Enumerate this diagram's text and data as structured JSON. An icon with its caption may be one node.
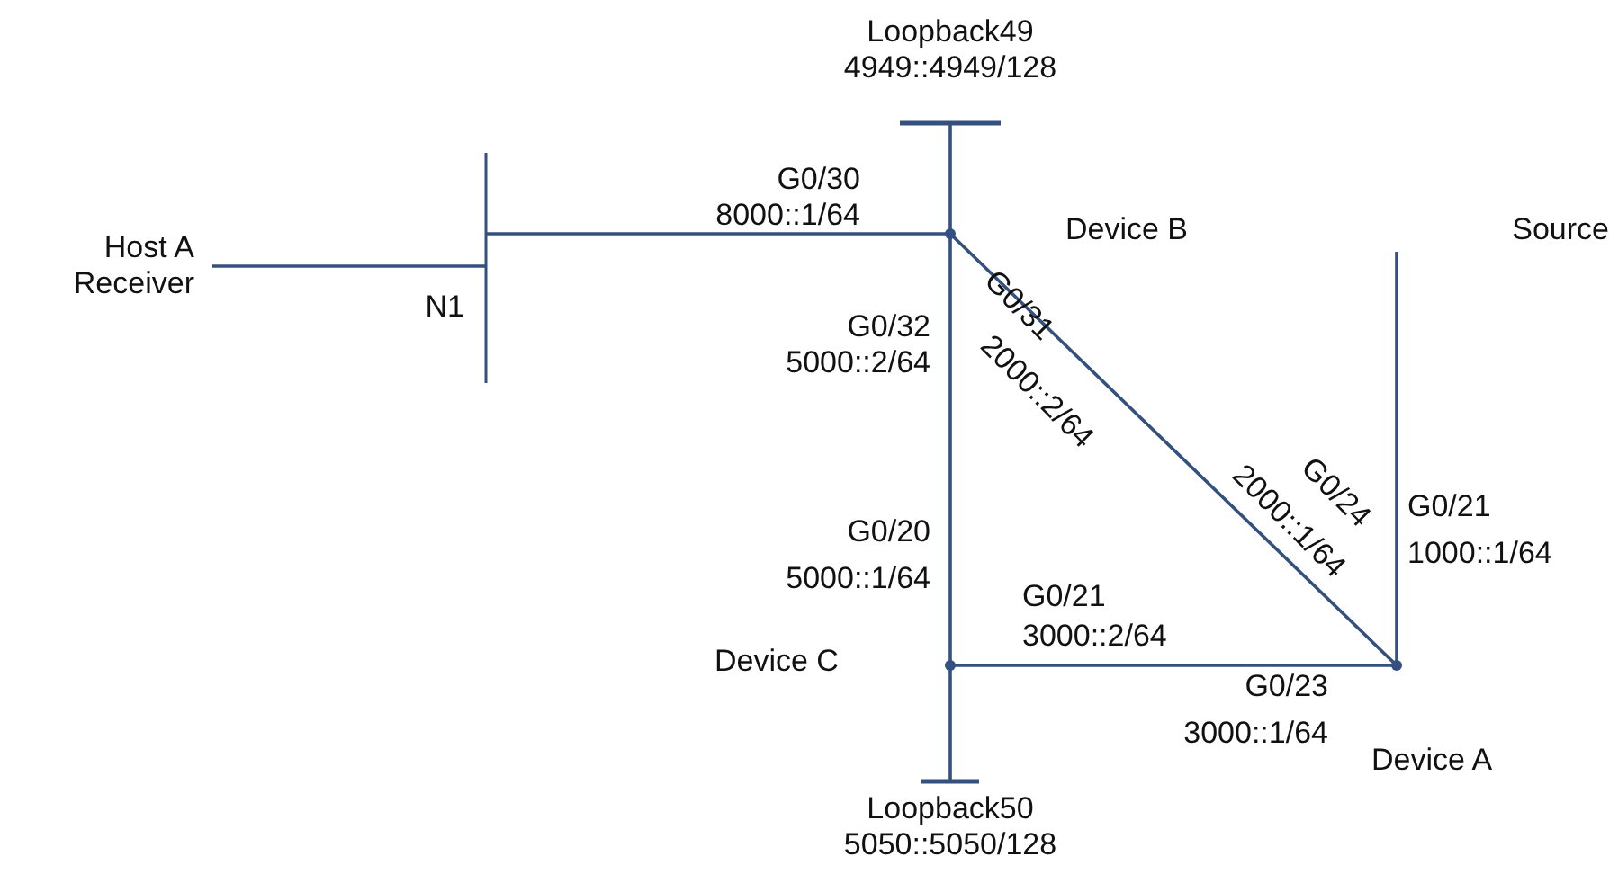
{
  "diagram": {
    "nodes": [
      {
        "text": [
          "Loopback49",
          "4949::4949/128"
        ]
      },
      {
        "text": [
          "Host A",
          "Receiver"
        ]
      },
      {
        "text": [
          "N1"
        ]
      },
      {
        "text": [],
        "shape": "circle",
        "beside": [
          "Device B"
        ]
      },
      {
        "text": [
          "Source"
        ]
      },
      {
        "text": [],
        "shape": "circle",
        "beside": [
          "Device C"
        ]
      },
      {
        "text": [],
        "shape": "circle",
        "beside": [
          "Device A"
        ]
      },
      {
        "text": [
          "Loopback50",
          "5050::5050/128"
        ]
      }
    ],
    "edges": [
      {
        "from": 1,
        "to": 2,
        "arrow": "none"
      },
      {
        "from": 2,
        "to": 3,
        "arrow": "none"
      },
      {
        "from": 0,
        "to": 3,
        "arrow": "none"
      },
      {
        "from": 3,
        "to": 5,
        "arrow": "none"
      },
      {
        "from": 3,
        "to": 6,
        "arrow": "none"
      },
      {
        "from": 5,
        "to": 6,
        "arrow": "none"
      },
      {
        "from": 5,
        "to": 7,
        "arrow": "none"
      },
      {
        "from": 4,
        "to": 6,
        "arrow": "none"
      }
    ],
    "labels": [
      "G0/30",
      "8000::1/64",
      "G0/32",
      "5000::2/64",
      "G0/31",
      "2000::2/64",
      "G0/24",
      "2000::1/64",
      "G0/21",
      "1000::1/64",
      "G0/20",
      "5000::1/64",
      "G0/21",
      "3000::2/64",
      "G0/23",
      "3000::1/64"
    ]
  }
}
